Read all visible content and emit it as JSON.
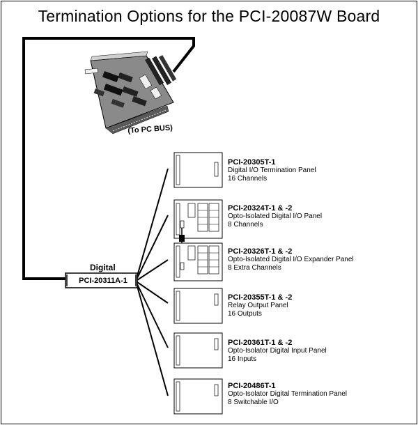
{
  "title": "Termination Options for the PCI-20087W Board",
  "board": {
    "bus_label": "(To PC BUS)"
  },
  "cable": {
    "label": "Digital",
    "connector": "PCI-20311A-1"
  },
  "panels": [
    {
      "name": "PCI-20305T-1",
      "desc": "Digital I/O Termination Panel",
      "detail": "16 Channels"
    },
    {
      "name": "PCI-20324T-1 & -2",
      "desc": "Opto-Isolated Digital I/O Panel",
      "detail": "8 Channels"
    },
    {
      "name": "PCI-20326T-1 & -2",
      "desc": "Opto-Isolated Digital I/O Expander Panel",
      "detail": "8 Extra Channels"
    },
    {
      "name": "PCI-20355T-1 & -2",
      "desc": "Relay Output Panel",
      "detail": "16 Outputs"
    },
    {
      "name": "PCI-20361T-1 & -2",
      "desc": "Opto-Isolator Digital Input Panel",
      "detail": "16 Inputs"
    },
    {
      "name": "PCI-20486T-1",
      "desc": "Opto-Isolator Digital Termination Panel",
      "detail": "8 Switchable I/O"
    }
  ]
}
